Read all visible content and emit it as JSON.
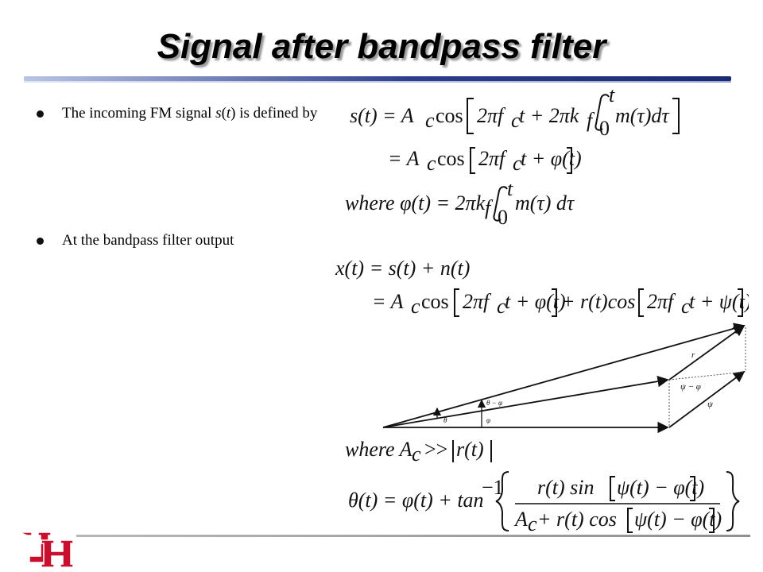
{
  "slide": {
    "title": "Signal after bandpass filter",
    "bullets": [
      {
        "pre": "The incoming FM signal ",
        "var": "s",
        "mid": "(",
        "var2": "t",
        "post": ") is defined by"
      },
      {
        "text": "At the bandpass filter output"
      }
    ]
  },
  "equations": {
    "eq1_line1": "s(t) = A",
    "eq1_sub_c": "c",
    "eq1_cos": "cos",
    "eq1_arg": "2πf",
    "eq1_arg2": "t + 2πk",
    "eq1_sub_f": "f",
    "eq1_int_upper": "t",
    "eq1_int_lower": "0",
    "eq1_integrand": "m(τ)dτ",
    "eq1_line2_a": "= A",
    "eq1_line2_b": "cos",
    "eq1_line2_c": "2πf",
    "eq1_line2_d": "t + φ(t)",
    "where1_a": "where φ(t) = 2πk",
    "where1_b": "m(τ) dτ",
    "eq2_line1": "x(t) = s(t) + n(t)",
    "eq2_line2_a": "= A",
    "eq2_line2_b": "cos",
    "eq2_line2_c": "2πf",
    "eq2_line2_d": "t + φ(t)",
    "eq2_line2_e": "+ r(t)cos",
    "eq2_line2_f": "2πf",
    "eq2_line2_g": "t + ψ(t)",
    "where2_a": "where A",
    "where2_b": ">>",
    "where2_c": "r(t)",
    "theta_lhs": "θ(t) = φ(t) + tan",
    "theta_exp": "−1",
    "theta_num": "r(t) sin",
    "theta_num2": "ψ(t) − φ(t)",
    "theta_den_a": "A",
    "theta_den_b": "+ r(t) cos",
    "theta_den_c": "ψ(t) − φ(t)"
  },
  "phasor": {
    "labels": {
      "r": "r",
      "psi_minus_phi": "ψ − φ",
      "psi": "ψ",
      "theta": "θ",
      "theta_minus_phi": "θ − φ",
      "phi": "φ"
    }
  },
  "logo": {
    "name": "UH"
  }
}
